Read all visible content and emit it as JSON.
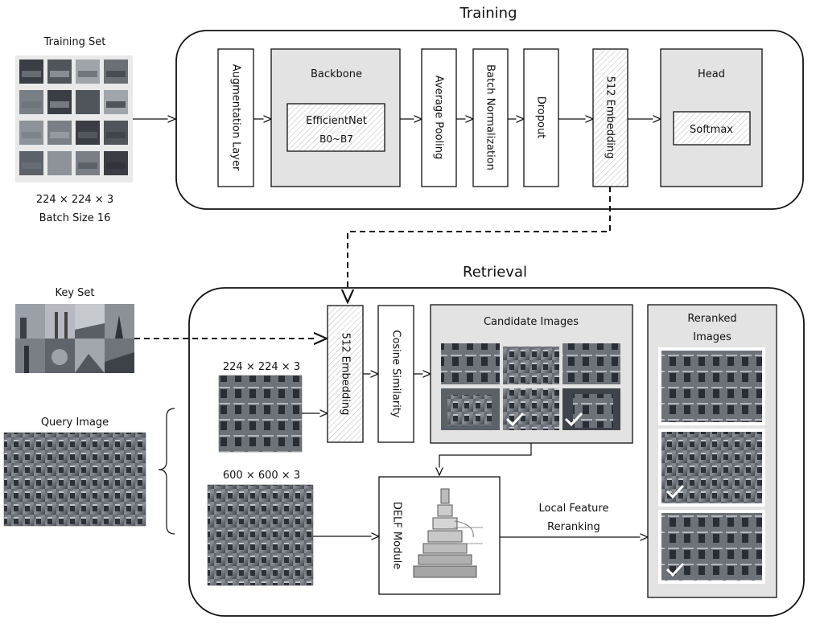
{
  "training": {
    "title": "Training",
    "training_set_label": "Training Set",
    "input_size": "224 × 224 × 3",
    "batch_size": "Batch Size 16",
    "augmentation": "Augmentation Layer",
    "backbone_title": "Backbone",
    "backbone_model_line1": "EfficientNet",
    "backbone_model_line2": "B0~B7",
    "avg_pooling": "Average Pooling",
    "batch_norm": "Batch Normalization",
    "dropout": "Dropout",
    "embedding": "512 Embedding",
    "head_title": "Head",
    "softmax": "Softmax"
  },
  "retrieval": {
    "title": "Retrieval",
    "key_set_label": "Key Set",
    "query_label": "Query Image",
    "query_size_small": "224 × 224 × 3",
    "query_size_large": "600 × 600 × 3",
    "embedding": "512 Embedding",
    "cosine": "Cosine Similarity",
    "candidates_title": "Candidate Images",
    "reranked_title_line1": "Reranked",
    "reranked_title_line2": "Images",
    "delf": "DELF Module",
    "local_feature_line1": "Local Feature",
    "local_feature_line2": "Reranking"
  },
  "colors": {
    "panel_gray": "#e3e3e3",
    "stroke": "#111111",
    "photo_dark": "#4a4f57",
    "photo_mid": "#7d828a"
  }
}
